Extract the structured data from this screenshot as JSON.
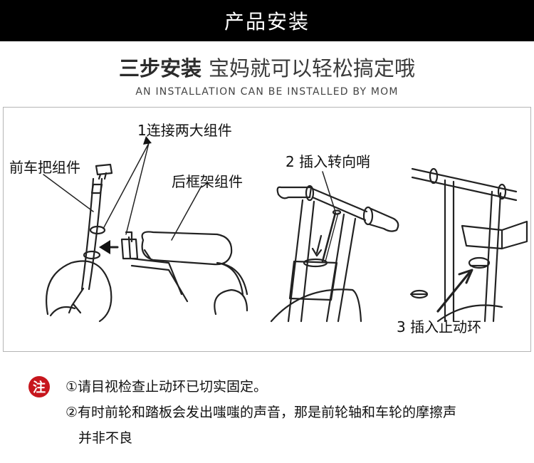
{
  "banner": {
    "title": "产品安装"
  },
  "headline": {
    "bold": "三步安装",
    "light": "宝妈就可以轻松搞定哦"
  },
  "subline": {
    "text": "AN INSTALLATION CAN BE INSTALLED BY MOM"
  },
  "diagram": {
    "step1": "1连接两大组件",
    "front_label": "前车把组件",
    "rear_label": "后框架组件",
    "step2": "2 插入转向哨",
    "step3": "3 插入止动环"
  },
  "notes": {
    "badge": "注",
    "line1": "①请目视检查止动环已切实固定。",
    "line2": "②有时前轮和踏板会发出嗤嗤的声音，那是前轮轴和车轮的摩擦声",
    "line3": "并非不良"
  }
}
